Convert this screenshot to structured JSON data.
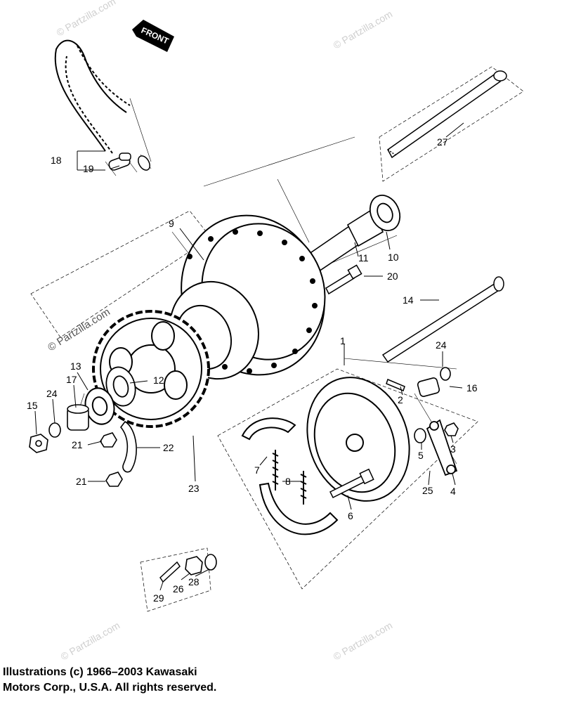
{
  "front_label": "FRONT",
  "watermark": "© Partzilla.com",
  "copyright": {
    "line1": "Illustrations (c) 1966–2003 Kawasaki",
    "line2": "Motors Corp., U.S.A.  All rights reserved."
  },
  "callouts": [
    "1",
    "2",
    "3",
    "4",
    "5",
    "6",
    "7",
    "8",
    "9",
    "10",
    "11",
    "12",
    "13",
    "14",
    "15",
    "16",
    "17",
    "18",
    "19",
    "20",
    "21",
    "21",
    "22",
    "23",
    "24",
    "24",
    "25",
    "26",
    "27",
    "28",
    "29"
  ],
  "colors": {
    "ink": "#000000",
    "watermark": "#cfcfcf",
    "background": "#ffffff"
  }
}
